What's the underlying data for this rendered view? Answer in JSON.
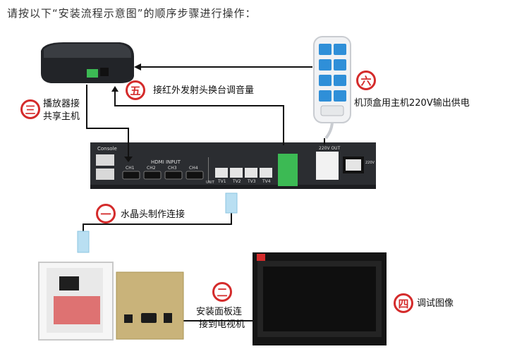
{
  "title": "请按以下“安装流程示意图”的顺序步骤进行操作：",
  "steps": [
    {
      "num": "一",
      "label": "水晶头制作连接"
    },
    {
      "num": "二",
      "label_line1": "安装面板连",
      "label_line2": "接到电视机"
    },
    {
      "num": "三",
      "label_line1": "播放器接",
      "label_line2": "共享主机"
    },
    {
      "num": "四",
      "label": "调试图像"
    },
    {
      "num": "五",
      "label": "接红外发射头换台调音量"
    },
    {
      "num": "六",
      "label": "机顶盒用主机220V输出供电"
    }
  ],
  "host": {
    "console_label": "Console",
    "hdmi_label": "HDMI INPUT",
    "hdmi_ports": [
      "CH1",
      "CH2",
      "CH3",
      "CH4"
    ],
    "tv_ports": [
      "TV1",
      "TV2",
      "TV3",
      "TV4"
    ],
    "unit_label": "UNIT",
    "power_out_label": "220V OUT",
    "power_in_label": "220V"
  },
  "colors": {
    "accent": "#d42b2b",
    "host_body": "#2b2d31",
    "terminal": "#3cba54",
    "outlet": "#2f8fd8"
  }
}
